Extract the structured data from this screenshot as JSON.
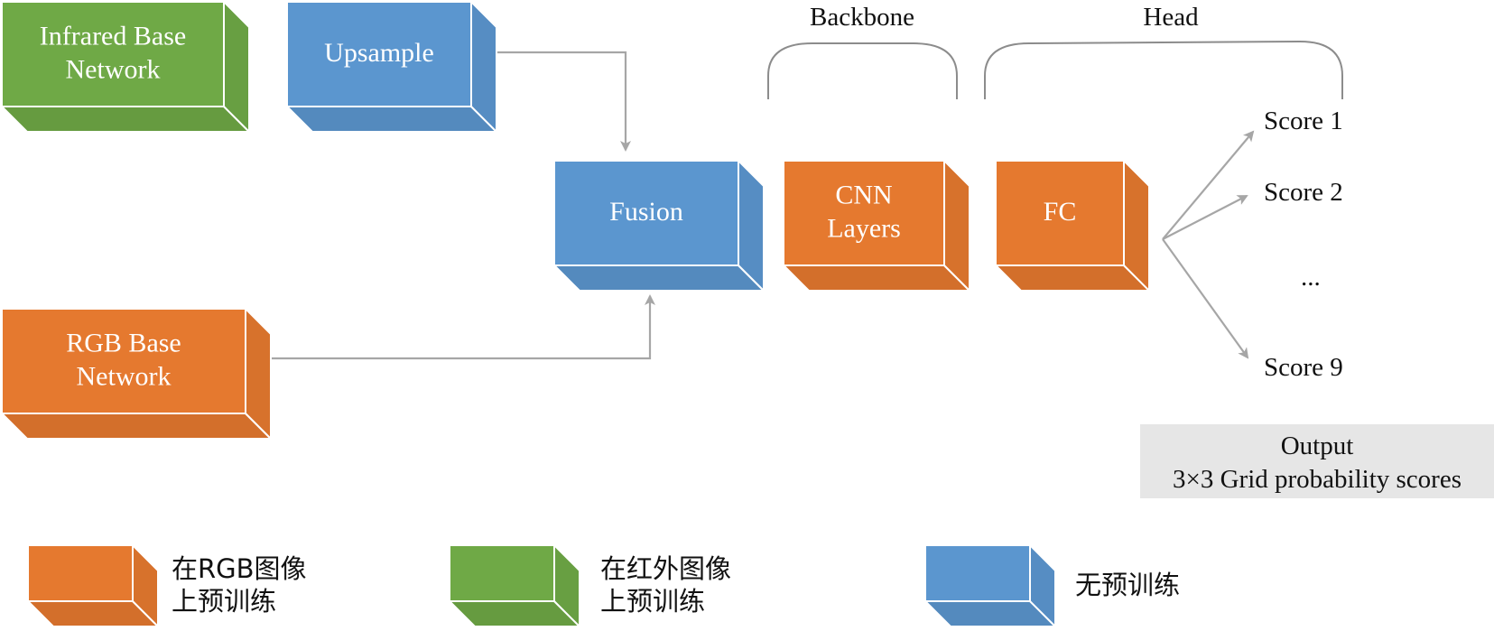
{
  "colors": {
    "orange": "#E5792F",
    "green": "#6FA946",
    "blue": "#5B96CF",
    "connector": "#A6A6A6",
    "output_bg": "#E6E6E6"
  },
  "blocks": {
    "infrared": {
      "lines": [
        "Infrared Base",
        "Network"
      ],
      "color": "green"
    },
    "upsample": {
      "lines": [
        "Upsample"
      ],
      "color": "blue"
    },
    "rgb": {
      "lines": [
        "RGB Base",
        "Network"
      ],
      "color": "orange"
    },
    "fusion": {
      "lines": [
        "Fusion"
      ],
      "color": "blue"
    },
    "cnn": {
      "lines": [
        "CNN",
        "Layers"
      ],
      "color": "orange"
    },
    "fc": {
      "lines": [
        "FC"
      ],
      "color": "orange"
    }
  },
  "braces": {
    "backbone": "Backbone",
    "head": "Head"
  },
  "scores": [
    "Score 1",
    "Score 2",
    "...",
    "Score 9"
  ],
  "output": {
    "title": "Output",
    "subtitle": "3×3 Grid probability scores"
  },
  "legend": [
    {
      "color": "orange",
      "lines": [
        "在RGB图像",
        "上预训练"
      ]
    },
    {
      "color": "green",
      "lines": [
        "在红外图像",
        "上预训练"
      ]
    },
    {
      "color": "blue",
      "lines": [
        "无预训练"
      ]
    }
  ]
}
